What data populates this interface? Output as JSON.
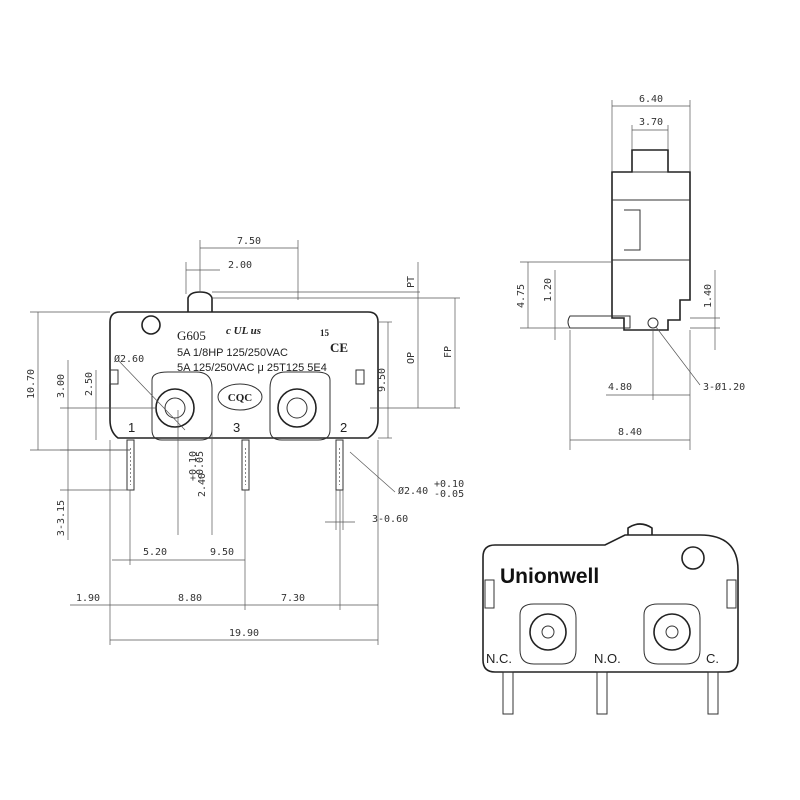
{
  "front_view": {
    "model": "G605",
    "rating_line1": "5A 1/8HP 125/250VAC",
    "rating_line2": "5A 125/250VAC μ 25T125 5E4",
    "cert_ul": "c UL us",
    "cert_number": "15",
    "cert_ce": "CE",
    "cert_cqc": "CQC",
    "terminal_1": "1",
    "terminal_2": "2",
    "terminal_3": "3",
    "hole_dia": "Ø2.60",
    "dims": {
      "top_750": "7.50",
      "top_200": "2.00",
      "left_1070": "10.70",
      "left_300": "3.00",
      "left_250": "2.50",
      "right_950": "9.50",
      "pt": "PT",
      "op": "OP",
      "fp": "FP",
      "pin_tol_main": "2.40",
      "pin_tol_sup": "+0.10",
      "pin_tol_sub": "-0.05",
      "pin_dia_main": "Ø2.40",
      "pin_dia_sup": "+0.10",
      "pin_dia_sub": "-0.05",
      "pin_315": "3-3.15",
      "pin_060": "3-0.60",
      "bot_520": "5.20",
      "bot_950": "9.50",
      "bot_190": "1.90",
      "bot_880": "8.80",
      "bot_730": "7.30",
      "bot_1990": "19.90"
    }
  },
  "side_view": {
    "top_640": "6.40",
    "top_370": "3.70",
    "left_475": "4.75",
    "left_120": "1.20",
    "right_140": "1.40",
    "bot_480": "4.80",
    "bot_840": "8.40",
    "holes": "3-Ø1.20"
  },
  "product_view": {
    "brand": "Unionwell",
    "nc": "N.C.",
    "no": "N.O.",
    "c": "C."
  }
}
